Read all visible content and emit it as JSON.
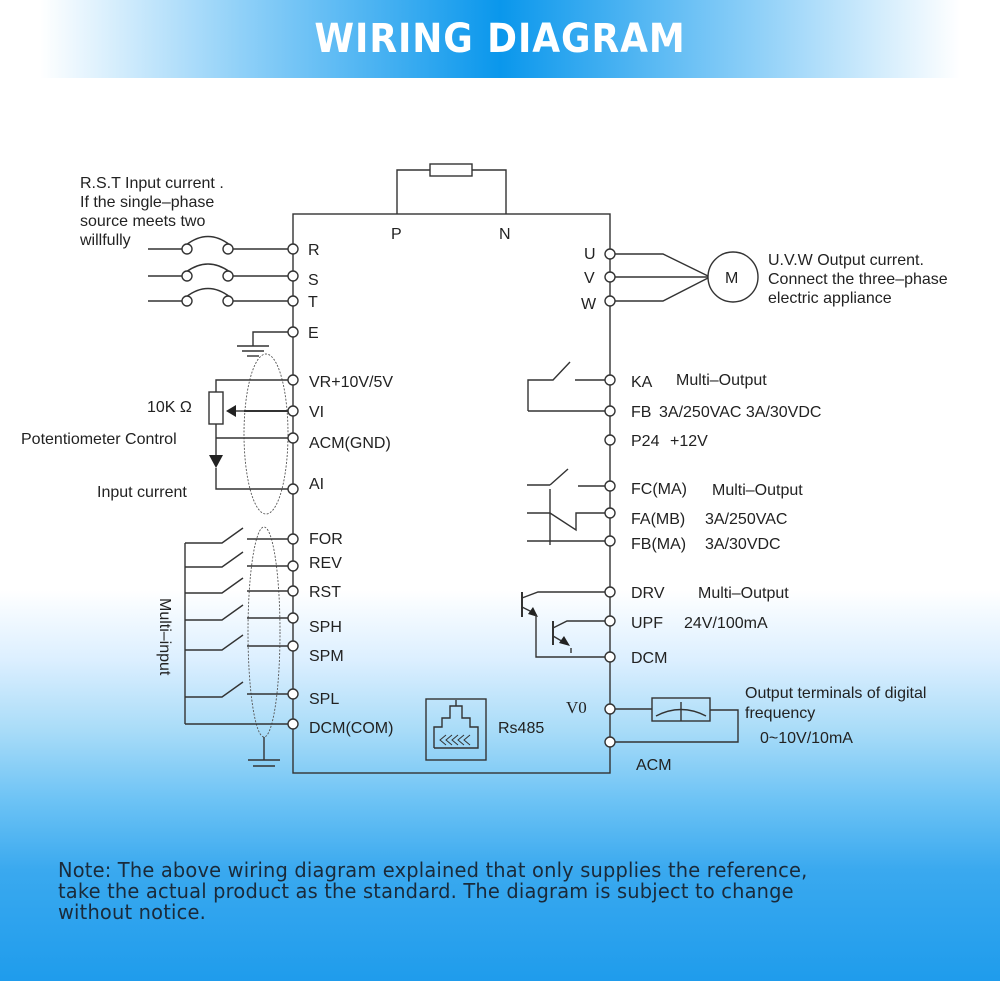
{
  "header": {
    "title": "WIRING DIAGRAM"
  },
  "colors": {
    "banner_accent": "#0a97ec",
    "bottom_blue": "#1f9cec",
    "line": "#333333"
  },
  "input_section": {
    "note_lines": [
      "R.S.T Input current .",
      "If the single–phase",
      "source meets two",
      "willfully"
    ],
    "power_terminals": [
      "R",
      "S",
      "T",
      "E"
    ],
    "brake_terminals": [
      "P",
      "N"
    ]
  },
  "output_section": {
    "terminals": [
      "U",
      "V",
      "W"
    ],
    "motor_label": "M",
    "note_lines": [
      "U.V.W Output current.",
      "Connect the three–phase",
      "electric appliance"
    ]
  },
  "analog_inputs": {
    "terminals": [
      "VR+10V/5V",
      "VI",
      "ACM(GND)",
      "AI"
    ],
    "resistor_label": "10K Ω",
    "pot_label": "Potentiometer Control",
    "current_label": "Input current"
  },
  "digital_inputs": {
    "group_label": "Multi–input",
    "terminals": [
      "FOR",
      "REV",
      "RST",
      "SPH",
      "SPM",
      "SPL",
      "DCM(COM)"
    ]
  },
  "relay_outputs": {
    "ka": {
      "terminal": "KA",
      "desc": "Multi–Output"
    },
    "fb": {
      "terminal": "FB",
      "desc": "3A/250VAC 3A/30VDC"
    },
    "p24": {
      "terminal": "P24",
      "desc": "+12V"
    },
    "fc": {
      "terminal": "FC(MA)",
      "desc": "Multi–Output"
    },
    "fa": {
      "terminal": "FA(MB)",
      "desc": "3A/250VAC"
    },
    "fbma": {
      "terminal": "FB(MA)",
      "desc": "3A/30VDC"
    }
  },
  "transistor_outputs": {
    "drv": {
      "terminal": "DRV",
      "desc": "Multi–Output"
    },
    "upf": {
      "terminal": "UPF",
      "desc": "24V/100mA"
    },
    "dcm": {
      "terminal": "DCM"
    }
  },
  "analog_output": {
    "v0": "V0",
    "acm": "ACM",
    "desc_lines": [
      "Output terminals of digital",
      "frequency"
    ],
    "range": "0~10V/10mA"
  },
  "comm": {
    "port_label": "Rs485"
  },
  "footer": {
    "note_lines": [
      "Note: The above wiring diagram explained that only supplies the reference,",
      "take the actual product as the standard. The diagram is subject to change",
      "without notice."
    ]
  }
}
